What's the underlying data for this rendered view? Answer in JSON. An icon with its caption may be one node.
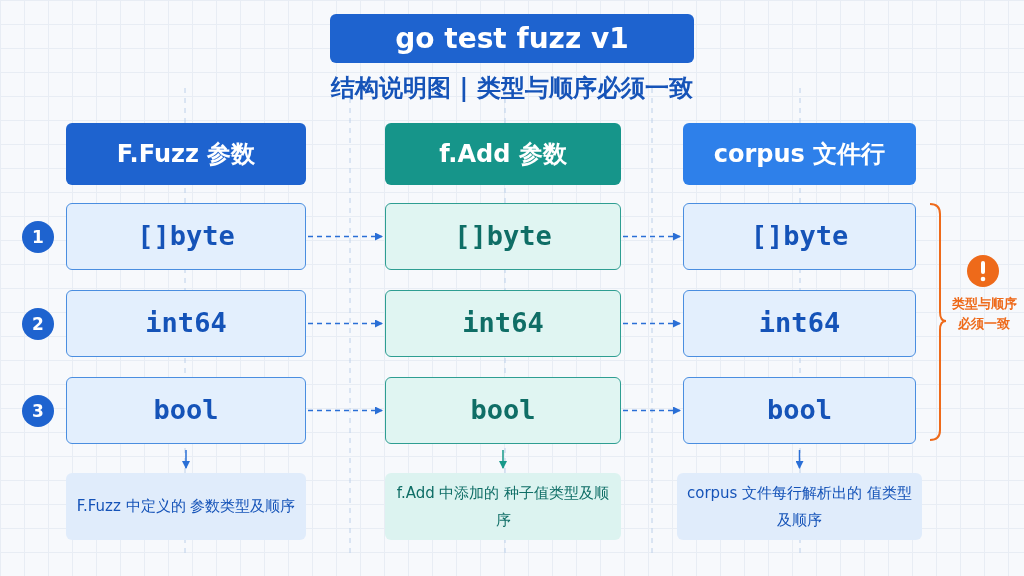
{
  "diagram": {
    "title": "go test fuzz v1",
    "nodes": [
      {
        "text": [
          "F.Fuzz 参数"
        ]
      },
      {
        "text": [
          "f.Add 参数"
        ]
      },
      {
        "text": [
          "corpus 文件行"
        ]
      },
      {
        "text": [
          "[]byte"
        ]
      },
      {
        "text": [
          "int64"
        ]
      },
      {
        "text": [
          "bool"
        ]
      },
      {
        "text": [
          "[]byte"
        ]
      },
      {
        "text": [
          "int64"
        ]
      },
      {
        "text": [
          "bool"
        ]
      },
      {
        "text": [
          "[]byte"
        ]
      },
      {
        "text": [
          "int64"
        ]
      },
      {
        "text": [
          "bool"
        ]
      },
      {
        "text": [
          "1"
        ]
      },
      {
        "text": [
          "2"
        ]
      },
      {
        "text": [
          "3"
        ]
      },
      {
        "text": [
          "F.Fuzz 中定义的 参数类型及顺序"
        ]
      },
      {
        "text": [
          "f.Add 中添加的 种子值类型及顺序"
        ]
      },
      {
        "text": [
          "corpus 文件每行解析出的 值类型及顺序"
        ]
      }
    ],
    "edges": [
      {
        "from": 3,
        "to": 6,
        "arrow": "to",
        "style": "dashed"
      },
      {
        "from": 6,
        "to": 9,
        "arrow": "to",
        "style": "dashed"
      },
      {
        "from": 4,
        "to": 7,
        "arrow": "to",
        "style": "dashed"
      },
      {
        "from": 7,
        "to": 10,
        "arrow": "to",
        "style": "dashed"
      },
      {
        "from": 5,
        "to": 8,
        "arrow": "to",
        "style": "dashed"
      },
      {
        "from": 8,
        "to": 11,
        "arrow": "to",
        "style": "dashed"
      },
      {
        "from": 5,
        "to": 15,
        "arrow": "to"
      },
      {
        "from": 8,
        "to": 16,
        "arrow": "to",
        "color": "#17998a"
      },
      {
        "from": 11,
        "to": 17,
        "arrow": "to"
      }
    ],
    "labels": [
      "结构说明图 | 类型与顺序必须一致",
      "类型与顺序必须一致"
    ]
  }
}
